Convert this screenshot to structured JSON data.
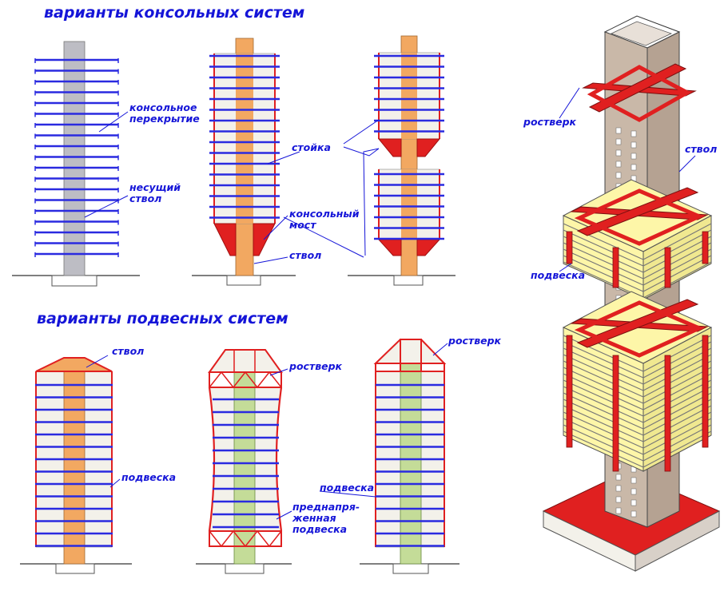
{
  "headings": {
    "cantilever": "варианты консольных систем",
    "suspended": "варианты подвесных систем"
  },
  "labels": {
    "cantilever_floor": [
      "консольное",
      "перекрытие"
    ],
    "bearing_core": [
      "несущий",
      "ствол"
    ],
    "column": "стойка",
    "cantilever_bridge": [
      "консольный",
      "мост"
    ],
    "core_a": "ствол",
    "core_b": "ствол",
    "grillage_a": "ростверк",
    "grillage_b": "ростверк",
    "hanger_a": "подвеска",
    "hanger_b": "подвеска",
    "prestressed_hanger": [
      "преднапря-",
      "женная",
      "подвеска"
    ],
    "iso_grillage": "ростверк",
    "iso_core": "ствол",
    "iso_hanger": "подвеска"
  },
  "colors": {
    "label_blue": "#1515d8",
    "floor_blue": "#2a2ae0",
    "core_grey": "#bdbdc4",
    "core_orange": "#f2a861",
    "core_green": "#c4dc98",
    "frame_red": "#e02020",
    "iso_core": "#c9b8a8",
    "iso_yellow": "#fdf6a8"
  }
}
